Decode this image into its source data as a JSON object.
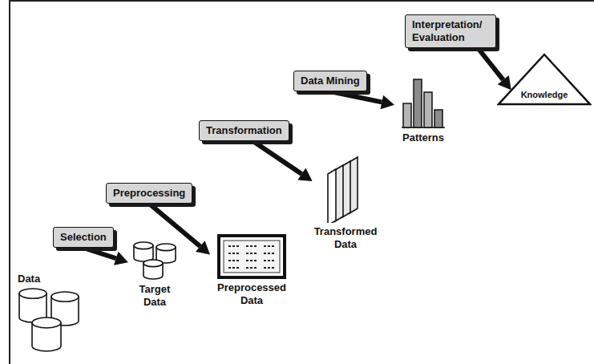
{
  "diagram": {
    "nodes": [
      {
        "text": [
          "Data"
        ]
      },
      {
        "text": [
          "Selection"
        ]
      },
      {
        "text": [
          "Target Data"
        ]
      },
      {
        "text": [
          "Preprocessing"
        ]
      },
      {
        "text": [
          "Preprocessed Data"
        ]
      },
      {
        "text": [
          "Transformation"
        ]
      },
      {
        "text": [
          "Transformed Data"
        ]
      },
      {
        "text": [
          "Data Mining"
        ]
      },
      {
        "text": [
          "Patterns"
        ]
      },
      {
        "text": [
          "Interpretation/ Evaluation"
        ]
      },
      {
        "text": [
          "Knowledge"
        ]
      }
    ],
    "edges": [
      {
        "from": 1,
        "to": 2,
        "arrow": "to"
      },
      {
        "from": 3,
        "to": 4,
        "arrow": "to"
      },
      {
        "from": 5,
        "to": 6,
        "arrow": "to"
      },
      {
        "from": 7,
        "to": 8,
        "arrow": "to"
      },
      {
        "from": 9,
        "to": 10,
        "arrow": "to"
      }
    ]
  }
}
